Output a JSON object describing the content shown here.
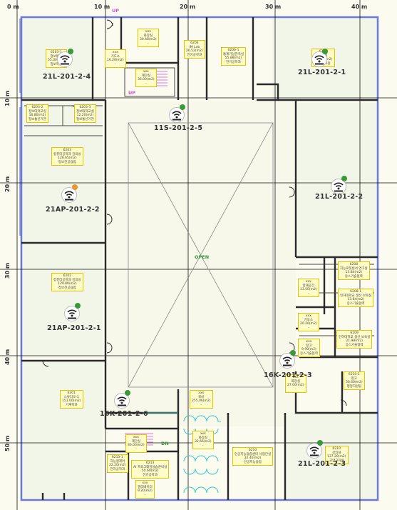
{
  "map": {
    "scale_ticks_x": [
      "0 m",
      "10 m",
      "20 m",
      "30 m",
      "40 m"
    ],
    "scale_ticks_y": [
      "10 m",
      "20 m",
      "30 m",
      "40 m",
      "50 m"
    ],
    "center_label": "OPEN",
    "stair_labels": [
      "UP",
      "UP",
      "DN",
      "DN"
    ],
    "colors": {
      "ap_green": "#3a9a3a",
      "ap_orange": "#e8962e",
      "wall": "#2a2a2a",
      "outline": "#6a7ad8",
      "room_fill": "#fefcc8",
      "room_border": "#e8c000"
    }
  },
  "rooms": [
    {
      "lines": [
        "6203-1",
        "정보통신",
        "55.00(m2)",
        "정보학원"
      ]
    },
    {
      "lines": [
        "xxx",
        "기도소",
        "16.20(m2)",
        "-"
      ]
    },
    {
      "lines": [
        "xxx",
        "화장실",
        "30.48(m2)",
        "-"
      ]
    },
    {
      "lines": [
        "6206",
        "IM Lab",
        "26.52(m2)",
        "전기공학과"
      ]
    },
    {
      "lines": [
        "6206-1",
        "통계기상관측실",
        "55.88(m2)",
        "전기공학과"
      ]
    },
    {
      "lines": [
        "6207",
        "강의실",
        "137.70(m2)",
        "교양교육원"
      ]
    },
    {
      "lines": [
        "xxx",
        "계단실",
        "36.00(m2)",
        "-"
      ]
    },
    {
      "lines": [
        "6203-2",
        "정보대학교실",
        "16.80(m2)",
        "정보통신기관"
      ]
    },
    {
      "lines": [
        "6203-3",
        "정보대학교실",
        "12.20(m2)",
        "정보통신기관"
      ]
    },
    {
      "lines": [
        "6203",
        "컴퓨터공학과 강의실",
        "126.65(m2)",
        "정보전공융합"
      ]
    },
    {
      "lines": [
        "6202",
        "컴퓨터공학과 강의실",
        "129.80(m2)",
        "정보전공융합"
      ]
    },
    {
      "lines": [
        "6208",
        "지능로봇센서 연구실",
        "13.84(m2)",
        "응스기술협력"
      ]
    },
    {
      "lines": [
        "6208-1",
        "인하대학교 생산 보육실",
        "13.84(m2)",
        "응스기술협력"
      ]
    },
    {
      "lines": [
        "xxx",
        "방재공간",
        "13.50(m2)",
        "-"
      ]
    },
    {
      "lines": [
        "xxx",
        "기도소",
        "20.26(m2)",
        "-"
      ]
    },
    {
      "lines": [
        "6209",
        "인하대학교 생산 보육실",
        "21.98(m2)",
        "응스기술협력"
      ]
    },
    {
      "lines": [
        "xxx",
        "창고",
        "9.90(m2)",
        "응스기술협력"
      ]
    },
    {
      "lines": [
        "xxx",
        "화장실",
        "27.00(m2)",
        "-"
      ]
    },
    {
      "lines": [
        "6210-1",
        "창고",
        "30.60(m2)",
        "행정지원팀"
      ]
    },
    {
      "lines": [
        "6201",
        "스튜디오-1",
        "151.00(m2)",
        "기계학과"
      ]
    },
    {
      "lines": [
        "xxx",
        "로비",
        "255.06(m2)",
        "-"
      ]
    },
    {
      "lines": [
        "xxx",
        "계단실",
        "36.00(m2)",
        "-"
      ]
    },
    {
      "lines": [
        "xxx",
        "화장실",
        "32.66(m2)",
        "-"
      ]
    },
    {
      "lines": [
        "6210",
        "인공지능융합센터 사업단실",
        "32.46(m2)",
        "인공지능융합"
      ]
    },
    {
      "lines": [
        "6210",
        "강의실",
        "137.20(m2)",
        "교양교육원"
      ]
    },
    {
      "lines": [
        "6213-1",
        "지능형제어",
        "22.20(m2)",
        "전자공학과"
      ]
    },
    {
      "lines": [
        "6213",
        "AI 프로그래밍실습준비실",
        "50.60(m2)",
        "전기공학과"
      ]
    },
    {
      "lines": [
        "xxx",
        "엘리베이터",
        "9.20(m2)",
        "-"
      ]
    }
  ],
  "access_points": [
    {
      "label": "21L-201-2-4",
      "status_color": "#3a9a3a"
    },
    {
      "label": "21L-201-2-1",
      "status_color": "#3a9a3a"
    },
    {
      "label": "11S-201-2-5",
      "status_color": "#3a9a3a"
    },
    {
      "label": "21AP-201-2-2",
      "status_color": "#e8962e"
    },
    {
      "label": "21L-201-2-2",
      "status_color": "#3a9a3a"
    },
    {
      "label": "21AP-201-2-1",
      "status_color": "#3a9a3a"
    },
    {
      "label": "16K-201-2-3",
      "status_color": "#3a9a3a"
    },
    {
      "label": "16K-201-2-6",
      "status_color": "#3a9a3a"
    },
    {
      "label": "21L-201-2-3",
      "status_color": "#3a9a3a"
    }
  ]
}
